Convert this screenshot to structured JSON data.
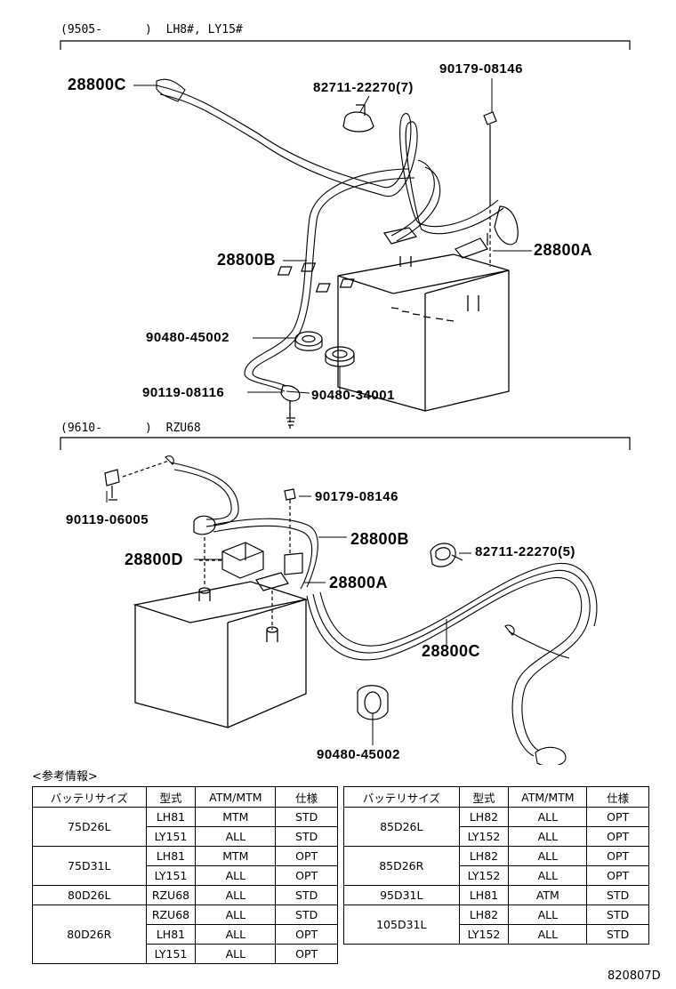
{
  "headers": {
    "top": {
      "range": "(9505-",
      "close": ")",
      "models": "LH8#, LY15#"
    },
    "bottom": {
      "range": "(9610-",
      "close": ")",
      "models": "RZU68"
    }
  },
  "top_labels": {
    "cable_c": "28800C",
    "clamp": "82711-22270(7)",
    "nut": "90179-08146",
    "cable_a": "28800A",
    "cable_b": "28800B",
    "grommet_a": "90480-45002",
    "bolt": "90119-08116",
    "grommet_b": "90480-34001"
  },
  "bottom_labels": {
    "bolt": "90119-06005",
    "nut": "90179-08146",
    "cable_b": "28800B",
    "clamp": "82711-22270(5)",
    "cover_d": "28800D",
    "cable_a": "28800A",
    "cable_c": "28800C",
    "grommet": "90480-45002"
  },
  "reference": {
    "title": "<参考情報>",
    "columns": [
      "バッテリサイズ",
      "型式",
      "ATM/MTM",
      "仕様"
    ],
    "left": [
      {
        "size": "75D26L",
        "rows": [
          [
            "LH81",
            "MTM",
            "STD"
          ],
          [
            "LY151",
            "ALL",
            "STD"
          ]
        ]
      },
      {
        "size": "75D31L",
        "rows": [
          [
            "LH81",
            "MTM",
            "OPT"
          ],
          [
            "LY151",
            "ALL",
            "OPT"
          ]
        ]
      },
      {
        "size": "80D26L",
        "rows": [
          [
            "RZU68",
            "ALL",
            "STD"
          ]
        ]
      },
      {
        "size": "80D26R",
        "rows": [
          [
            "RZU68",
            "ALL",
            "STD"
          ],
          [
            "LH81",
            "ALL",
            "OPT"
          ],
          [
            "LY151",
            "ALL",
            "OPT"
          ]
        ]
      }
    ],
    "right": [
      {
        "size": "85D26L",
        "rows": [
          [
            "LH82",
            "ALL",
            "OPT"
          ],
          [
            "LY152",
            "ALL",
            "OPT"
          ]
        ]
      },
      {
        "size": "85D26R",
        "rows": [
          [
            "LH82",
            "ALL",
            "OPT"
          ],
          [
            "LY152",
            "ALL",
            "OPT"
          ]
        ]
      },
      {
        "size": "95D31L",
        "rows": [
          [
            "LH81",
            "ATM",
            "STD"
          ]
        ]
      },
      {
        "size": "105D31L",
        "rows": [
          [
            "LH82",
            "ALL",
            "STD"
          ],
          [
            "LY152",
            "ALL",
            "STD"
          ]
        ]
      }
    ]
  },
  "drawing_code": "820807D"
}
